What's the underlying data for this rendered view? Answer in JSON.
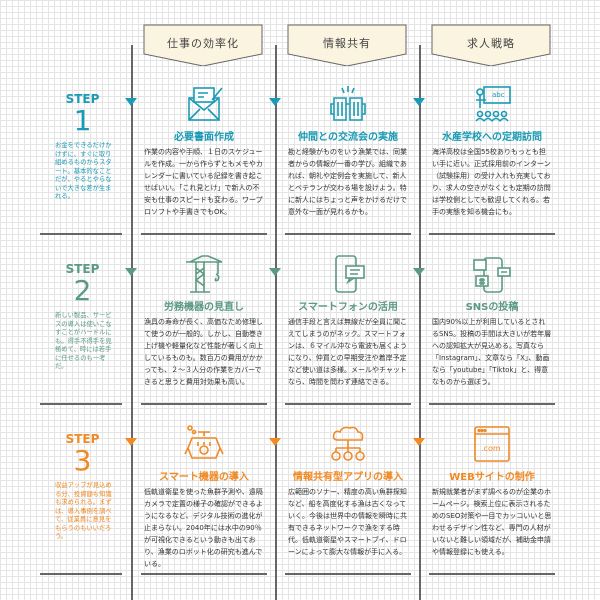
{
  "colors": {
    "step1": "#1a9bb5",
    "step2": "#5b9a82",
    "step3": "#f08a24"
  },
  "headers": [
    "仕事の効率化",
    "情報共有",
    "求人戦略"
  ],
  "steps": [
    {
      "label": "STEP",
      "number": "1",
      "desc": "お金をできるだけかけずに、すぐに取り組めるものからスタート。基本的なことだが、やるとやらないで大きな差が生まれる。",
      "cards": [
        {
          "icon": "envelope-pen-icon",
          "title": "必要書面作成",
          "text": "作業の内容や手順、１日のスケジュールを作成。一から作らずともメモやカレンダーに書いている記録を書き起こせばいい。「これ見とけ」で新人の不安も仕事のスピードも変わる。ワープロソフトや手書きでもOK。"
        },
        {
          "icon": "beer-mugs-icon",
          "title": "仲間との交流会の実施",
          "text": "勘と経験がものをいう漁業では、同業者からの情報が一番の学び。組織であれば、朝礼や定例会を実施して、新人とベテランが交わる場を設けよう。特に新人にはちょっと声をかけるだけで意外な一面が見れるかも。"
        },
        {
          "icon": "classroom-icon",
          "title": "水産学校への定期訪問",
          "text": "海洋高校は全国55校ありもっとも担い手に近い。正式採用前のインターン（試験採用）の受け入れも充実しており、求人の空きがなくとも定期の訪問は学校側としても歓迎してくれる。若手の実態を知る機会にも。"
        }
      ]
    },
    {
      "label": "STEP",
      "number": "2",
      "desc": "新しい製品、サービスの導入は使いこなすことがハードルにも。得手不得手を見極めて、時には若手に任せるのも一考だ。",
      "cards": [
        {
          "icon": "crane-icon",
          "title": "労務機器の見直し",
          "text": "漁具の寿命が長く、高価なため修理して使うのが一般的。しかし、自動巻き上げ機や軽量化など性能が著しく向上しているものも。数百万の費用がかかっても、２～３人分の作業をカバーできると思うと費用対効果も高い。"
        },
        {
          "icon": "smartphone-chat-icon",
          "title": "スマートフォンの活用",
          "text": "通信手段と言えば無線だが全員に聞こえてしまうのがネック。スマートフォンは、６マイル沖なら電波も届くようになり、仲買との早期受注や着岸予定など使い道は多様。メールやチャットなら、時間を問わず連絡できる。"
        },
        {
          "icon": "sns-phone-icon",
          "title": "SNSの投稿",
          "text": "国内90%以上が利用しているとされるSNS。投稿の手間は大きいが若年層への認知拡大が見込める。写真なら「Instagram」、文章なら「X」、動画なら「youtube」「Tiktok」と、得意なものから選ぼう。"
        }
      ]
    },
    {
      "label": "STEP",
      "number": "3",
      "desc": "収益アップが見込める分、投資額も知識も求められる。まずは、導入事例を調べて、従業員に意見をもらうのもいいだろう。",
      "cards": [
        {
          "icon": "robot-device-icon",
          "title": "スマート機器の導入",
          "text": "低軌道衛星を使った魚群予測や、遠隔カメラで定置の様子の確認ができるようになるなど、デジタル技術の進化が止まらない。2040年には水中の90％が可視化できるという動きも出ており、漁業のロボット化の研究も進んでいる。"
        },
        {
          "icon": "cloud-network-icon",
          "title": "情報共有型アプリの導入",
          "text": "広範囲のソナー、精度の高い魚群探知など、船を高度化する漁は古くなっていく。今後は世界中の情報を瞬時に共有できるネットワークで漁をする時代。低軌道衛星やスマートブイ、ドローンによって膨大な情報が手に入る。"
        },
        {
          "icon": "website-icon",
          "title": "WEBサイトの制作",
          "text": "新規就業者がまず調べるのが企業のホームページ。検索上位に表示されるためのSEO対策や一目でカッコいいと思わせるデザイン性など、専門の人材がいないと難しい領域だが、補助金申請や情報登録にも使える。",
          "icon_text": ".com"
        }
      ]
    }
  ]
}
